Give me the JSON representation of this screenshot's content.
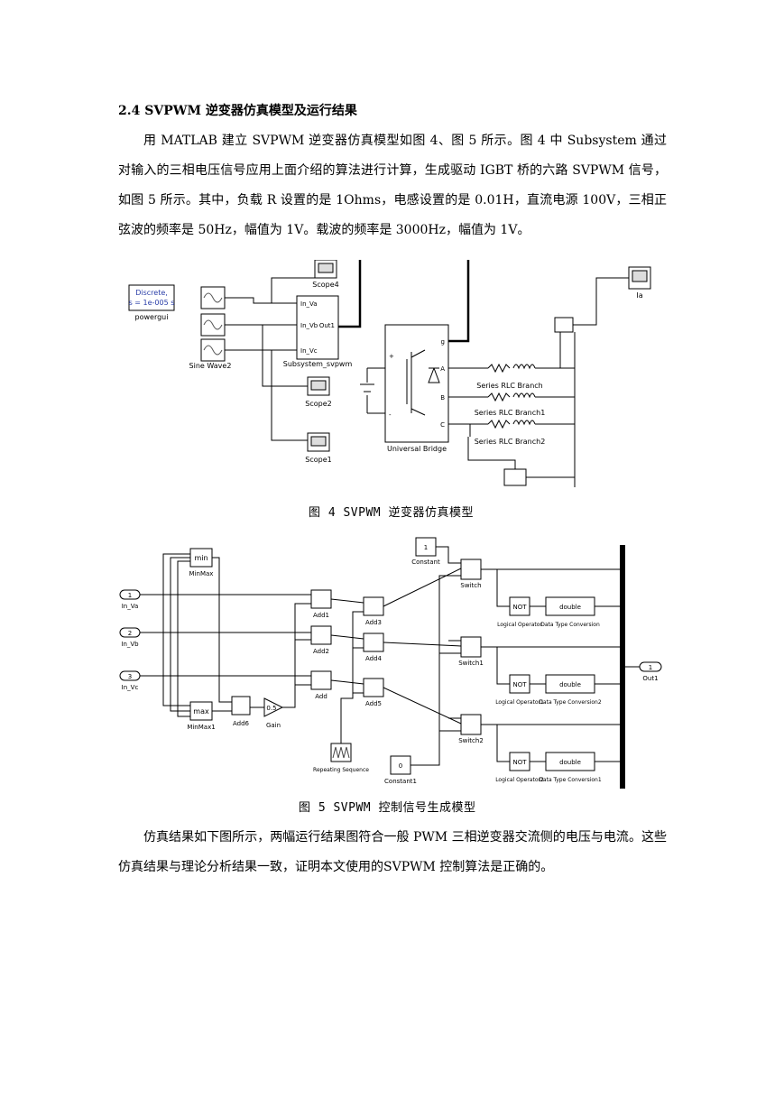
{
  "heading": "2.4 SVPWM 逆变器仿真模型及运行结果",
  "para1": "用 MATLAB 建立 SVPWM 逆变器仿真模型如图 4、图 5 所示。图 4 中 Subsystem 通过对输入的三相电压信号应用上面介绍的算法进行计算，生成驱动 IGBT 桥的六路 SVPWM 信号，如图 5 所示。其中，负载 R 设置的是 1Ohms，电感设置的是 0.01H，直流电源 100V，三相正弦波的频率是 50Hz，幅值为 1V。载波的频率是 3000Hz，幅值为 1V。",
  "fig4": {
    "caption": "图 4 SVPWM 逆变器仿真模型",
    "labels": {
      "powergui_line1": "Discrete,",
      "powergui_line2": "s = 1e-005 s",
      "powergui": "powergui",
      "sine": "Sine Wave2",
      "scope4": "Scope4",
      "scope2": "Scope2",
      "scope1": "Scope1",
      "subsystem": "Subsystem_svpwm",
      "in_va": "In_Va",
      "in_vb": "In_Vb",
      "in_vc": "In_Vc",
      "out1": "Out1",
      "bridge": "Universal Bridge",
      "port_g": "g",
      "port_a": "A",
      "port_b": "B",
      "port_c": "C",
      "plus": "+",
      "minus": "-",
      "rlc": "Series RLC Branch",
      "rlc1": "Series RLC Branch1",
      "rlc2": "Series RLC Branch2",
      "ia": "Ia"
    }
  },
  "fig5": {
    "caption": "图 5 SVPWM 控制信号生成模型",
    "labels": {
      "min": "min",
      "minmax": "MinMax",
      "max": "max",
      "minmax1": "MinMax1",
      "in1": "1",
      "in2": "2",
      "in3": "3",
      "in_va": "In_Va",
      "in_vb": "In_Vb",
      "in_vc": "In_Vc",
      "add": "Add",
      "add1": "Add1",
      "add2": "Add2",
      "add3": "Add3",
      "add4": "Add4",
      "add5": "Add5",
      "add6": "Add6",
      "gain_val": "0.5",
      "gain": "Gain",
      "constant_val": "1",
      "constant": "Constant",
      "constant1_val": "0",
      "constant1": "Constant1",
      "switch": "Switch",
      "switch1": "Switch1",
      "switch2": "Switch2",
      "not": "NOT",
      "logical_operator": "Logical Operator",
      "logical_operator1": "Logical Operator1",
      "logical_operator2": "Logical Operator2",
      "double": "double",
      "dtc": "Data Type Conversion",
      "dtc1": "Data Type Conversion1",
      "dtc2": "Data Type Conversion2",
      "repeating": "Repeating Sequence",
      "out1_val": "1",
      "out1": "Out1"
    }
  },
  "para2": "仿真结果如下图所示，两幅运行结果图符合一般 PWM 三相逆变器交流侧的电压与电流。这些仿真结果与理论分析结果一致，证明本文使用的SVPWM 控制算法是正确的。"
}
